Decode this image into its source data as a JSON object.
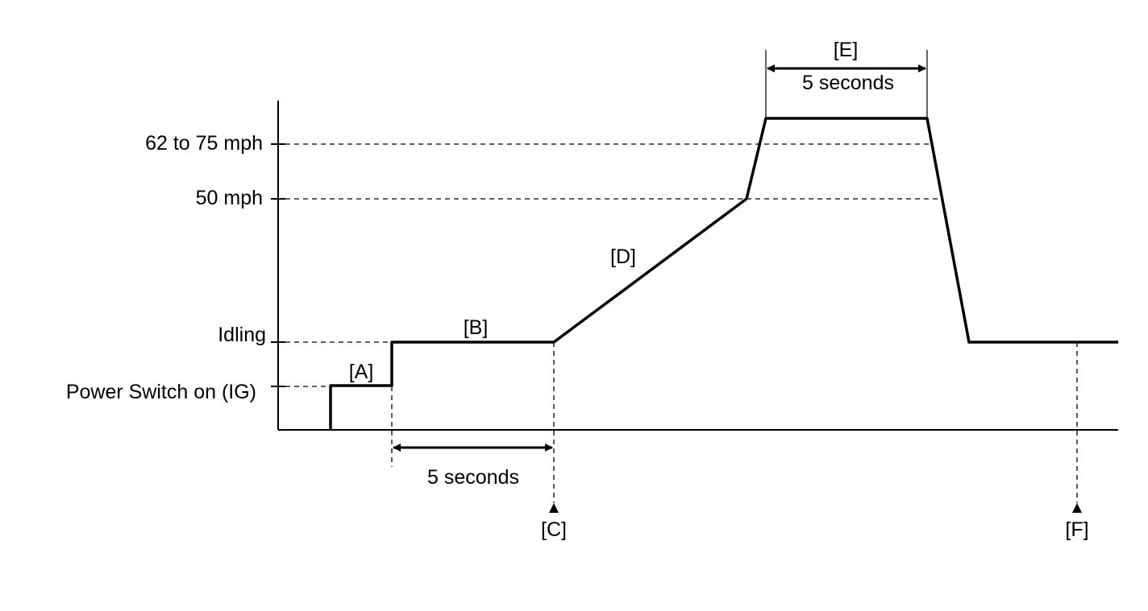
{
  "y_axis_labels": {
    "speed_high": "62 to 75 mph",
    "speed_50": "50 mph",
    "idling": "Idling",
    "power_on": "Power Switch on (IG)"
  },
  "phase_labels": {
    "a": "[A]",
    "b": "[B]",
    "c": "[C]",
    "d": "[D]",
    "e": "[E]",
    "f": "[F]"
  },
  "durations": {
    "b_duration": "5 seconds",
    "e_duration": "5 seconds"
  },
  "colors": {
    "ink": "#000000",
    "background": "#ffffff"
  }
}
